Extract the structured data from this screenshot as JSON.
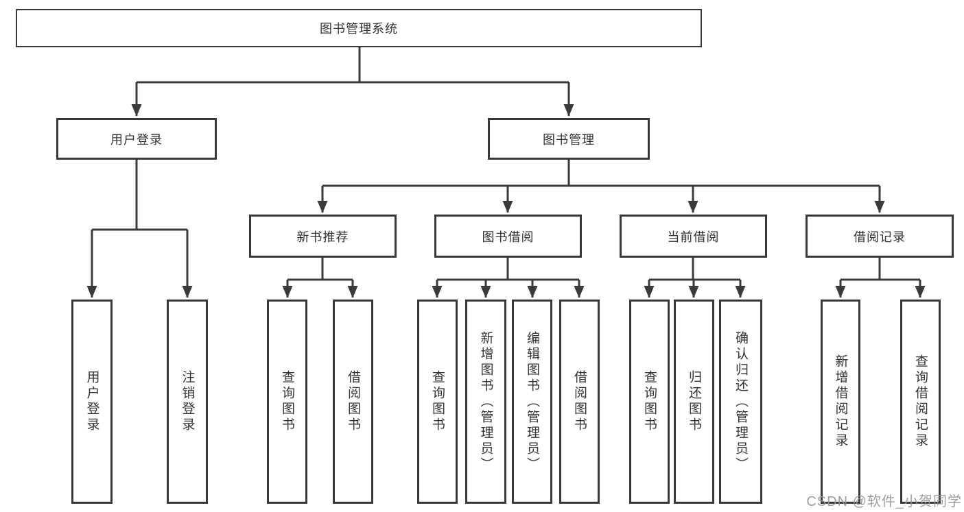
{
  "tree": {
    "root": {
      "label": "图书管理系统"
    },
    "login": {
      "label": "用户登录",
      "children": [
        "用户登录",
        "注销登录"
      ]
    },
    "management": {
      "label": "图书管理",
      "groups": [
        {
          "label": "新书推荐",
          "children": [
            "查询图书",
            "借阅图书"
          ]
        },
        {
          "label": "图书借阅",
          "children": [
            "查询图书",
            "新增图书（管理员）",
            "编辑图书（管理员）",
            "借阅图书"
          ]
        },
        {
          "label": "当前借阅",
          "children": [
            "查询图书",
            "归还图书",
            "确认归还（管理员）"
          ]
        },
        {
          "label": "借阅记录",
          "children": [
            "新增借阅记录",
            "查询借阅记录"
          ]
        }
      ]
    }
  },
  "watermark": "CSDN @软件_小贺同学",
  "colors": {
    "line": "#3a3a3a",
    "text": "#333333",
    "background": "#ffffff",
    "watermark": "#969698"
  }
}
